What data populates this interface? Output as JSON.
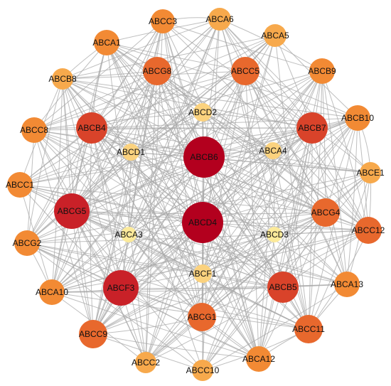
{
  "network": {
    "colors": {
      "edge": "#a9a9a9",
      "tier_1": "#b3001e",
      "tier_2": "#c92128",
      "tier_3": "#d9432a",
      "tier_4": "#e8682d",
      "tier_5": "#f28a34",
      "tier_6": "#f7a94c",
      "tier_7": "#fbd27e",
      "tier_8": "#fcea9a"
    },
    "nodes": [
      {
        "id": "ABCB6",
        "tier": 1
      },
      {
        "id": "ABCD4",
        "tier": 1
      },
      {
        "id": "ABCG5",
        "tier": 2
      },
      {
        "id": "ABCF3",
        "tier": 2
      },
      {
        "id": "ABCB4",
        "tier": 3
      },
      {
        "id": "ABCB7",
        "tier": 3
      },
      {
        "id": "ABCB5",
        "tier": 3
      },
      {
        "id": "ABCG8",
        "tier": 4
      },
      {
        "id": "ABCC5",
        "tier": 4
      },
      {
        "id": "ABCG4",
        "tier": 4
      },
      {
        "id": "ABCG1",
        "tier": 4
      },
      {
        "id": "ABCC9",
        "tier": 4
      },
      {
        "id": "ABCC11",
        "tier": 4
      },
      {
        "id": "ABCC12",
        "tier": 4
      },
      {
        "id": "ABCA1",
        "tier": 5
      },
      {
        "id": "ABCC3",
        "tier": 5
      },
      {
        "id": "ABCB9",
        "tier": 5
      },
      {
        "id": "ABCC8",
        "tier": 5
      },
      {
        "id": "ABCB10",
        "tier": 5
      },
      {
        "id": "ABCC1",
        "tier": 5
      },
      {
        "id": "ABCG2",
        "tier": 5
      },
      {
        "id": "ABCA10",
        "tier": 5
      },
      {
        "id": "ABCA13",
        "tier": 5
      },
      {
        "id": "ABCA12",
        "tier": 5
      },
      {
        "id": "ABCA6",
        "tier": 6
      },
      {
        "id": "ABCA5",
        "tier": 6
      },
      {
        "id": "ABCB8",
        "tier": 6
      },
      {
        "id": "ABCE1",
        "tier": 6
      },
      {
        "id": "ABCC2",
        "tier": 6
      },
      {
        "id": "ABCC10",
        "tier": 6
      },
      {
        "id": "ABCD2",
        "tier": 7
      },
      {
        "id": "ABCD1",
        "tier": 7
      },
      {
        "id": "ABCA4",
        "tier": 7
      },
      {
        "id": "ABCF1",
        "tier": 7
      },
      {
        "id": "ABCA3",
        "tier": 8
      },
      {
        "id": "ABCD3",
        "tier": 8
      }
    ]
  }
}
